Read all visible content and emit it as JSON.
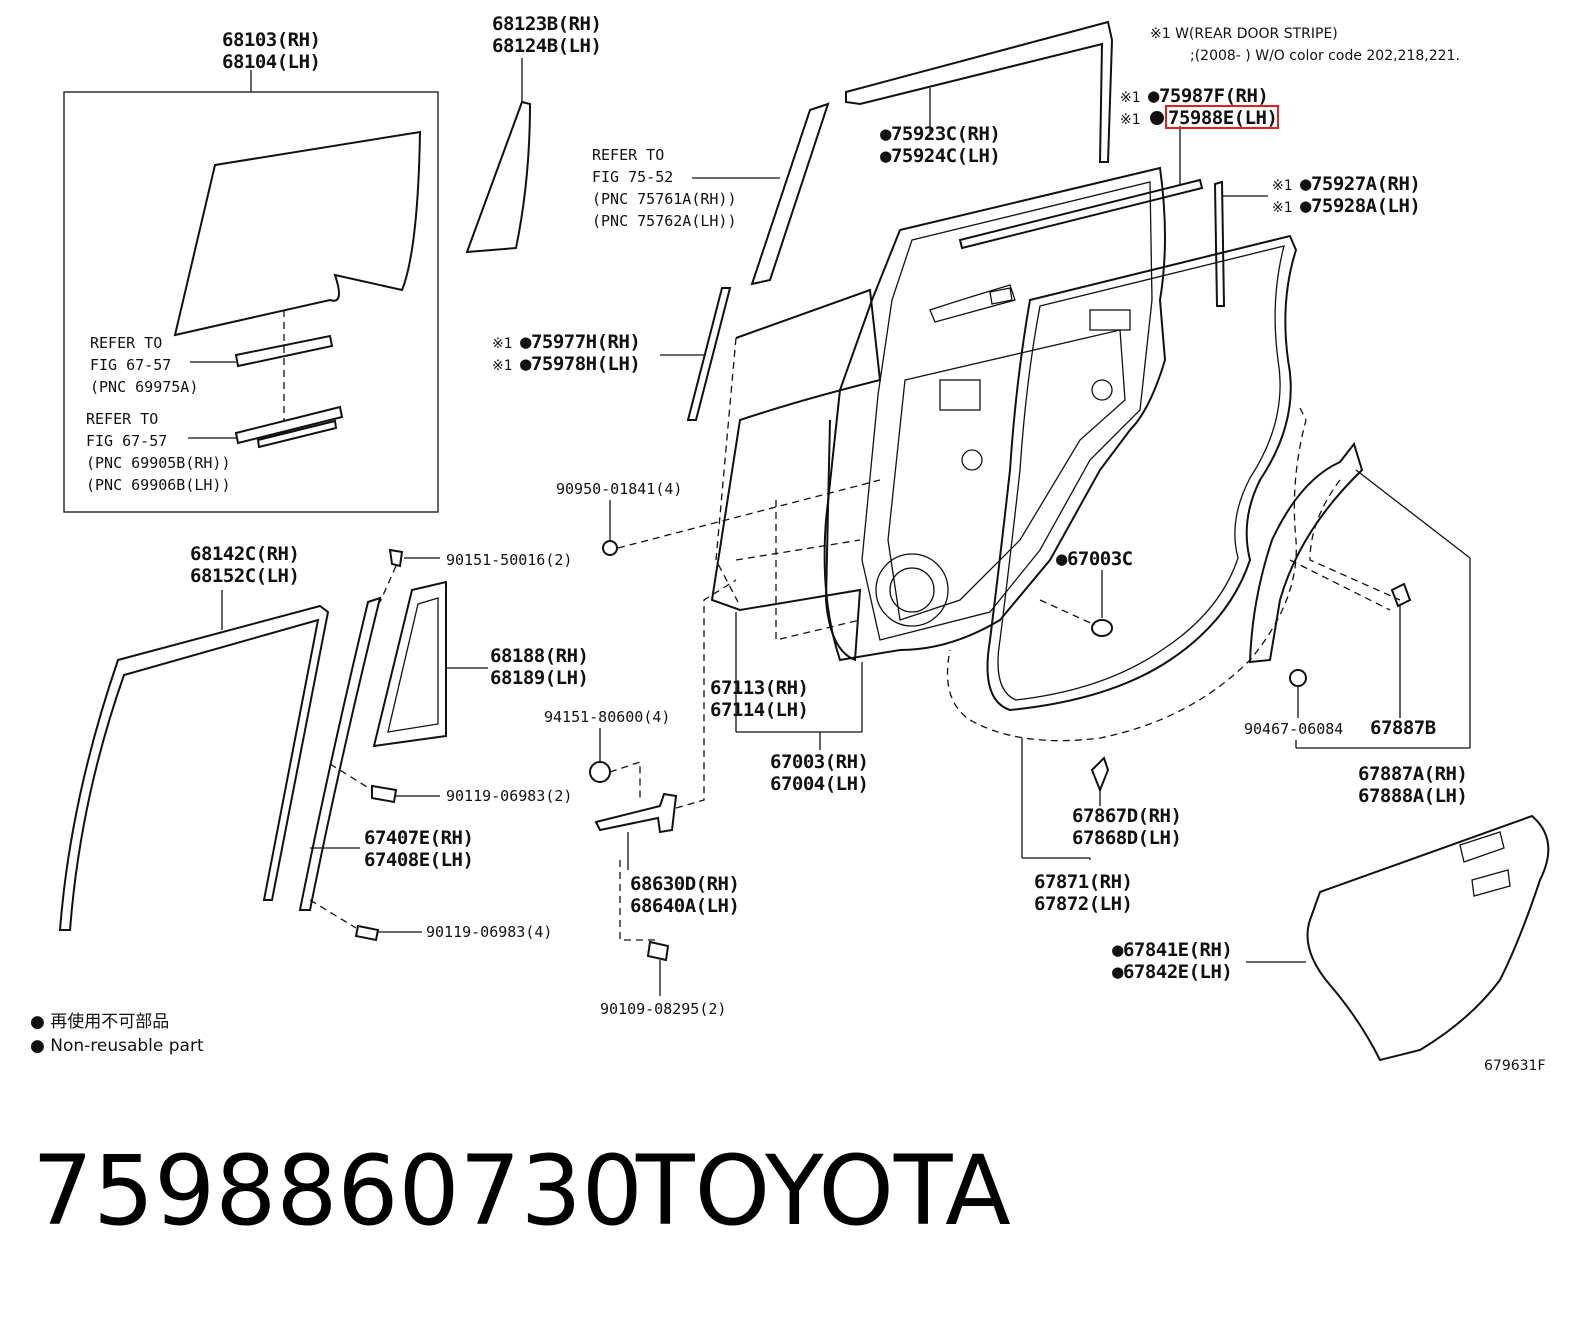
{
  "labels": {
    "p68103": "68103(RH)",
    "p68104": "68104(LH)",
    "p68123B": "68123B(RH)",
    "p68124B": "68124B(LH)",
    "ref_75_52_a": "REFER TO",
    "ref_75_52_b": "FIG 75-52",
    "ref_75_52_c": "(PNC 75761A(RH))",
    "ref_75_52_d": "(PNC 75762A(LH))",
    "p75923C": "●75923C(RH)",
    "p75924C": "●75924C(LH)",
    "note_title": "※1 W(REAR DOOR STRIPE)",
    "note_line2": ";(2008-       )  W/O color code 202,218,221.",
    "mark1": "※1",
    "p75987F": "●75987F(RH)",
    "p75988E": "75988E(LH)",
    "p75927A": "●75927A(RH)",
    "p75928A": "●75928A(LH)",
    "ref_67_57a_a": "REFER TO",
    "ref_67_57a_b": "FIG 67-57",
    "ref_67_57a_c": "(PNC 69975A)",
    "ref_67_57b_a": "REFER TO",
    "ref_67_57b_b": "FIG 67-57",
    "ref_67_57b_c": "(PNC 69905B(RH))",
    "ref_67_57b_d": "(PNC 69906B(LH))",
    "p75977H": "●75977H(RH)",
    "p75978H": "●75978H(LH)",
    "p90950": "90950-01841(4)",
    "p67003C": "●67003C",
    "p68142C": "68142C(RH)",
    "p68152C": "68152C(LH)",
    "p90151": "90151-50016(2)",
    "p68188": "68188(RH)",
    "p68189": "68189(LH)",
    "p67113": "67113(RH)",
    "p67114": "67114(LH)",
    "p67003": "67003(RH)",
    "p67004": "67004(LH)",
    "p94151": "94151-80600(4)",
    "p90119a": "90119-06983(2)",
    "p67407E": "67407E(RH)",
    "p67408E": "67408E(LH)",
    "p90119b": "90119-06983(4)",
    "p68630D": "68630D(RH)",
    "p68640A": "68640A(LH)",
    "p90109": "90109-08295(2)",
    "p67867D": "67867D(RH)",
    "p67868D": "67868D(LH)",
    "p67871": "67871(RH)",
    "p67872": "67872(LH)",
    "p90467": "90467-06084",
    "p67887B": "67887B",
    "p67887A": "67887A(RH)",
    "p67888A": "67888A(LH)",
    "p67841E": "●67841E(RH)",
    "p67842E": "●67842E(LH)",
    "legend_jp": "● 再使用不可部品",
    "legend_en": "● Non-reusable part",
    "fig_id": "679631F"
  },
  "footer": {
    "part_number": "7598860730",
    "brand": "TOYOTA"
  },
  "colors": {
    "highlight": "#e02020",
    "ink": "#111111"
  }
}
